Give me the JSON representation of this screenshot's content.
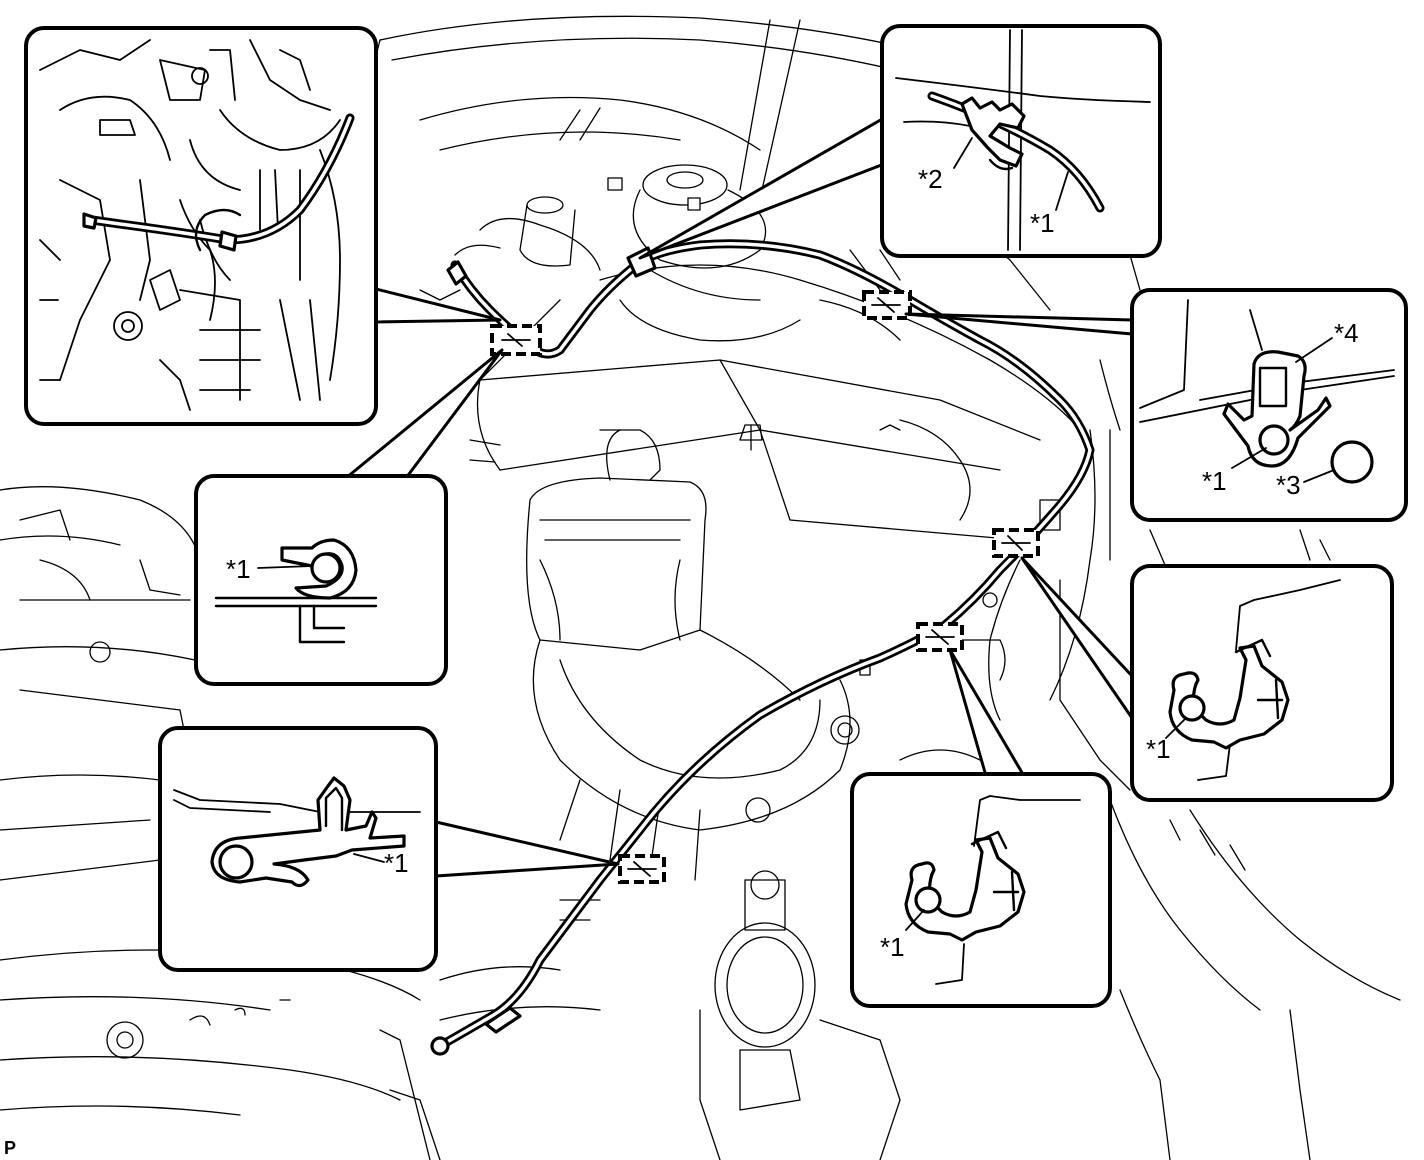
{
  "page_marker": "P",
  "callouts": {
    "top_left_detail": {},
    "top_center_detail": {
      "label_cable": "*1",
      "label_clip": "*2"
    },
    "right_upper_detail": {
      "label_cable": "*1",
      "label_hole": "*3",
      "label_clamp": "*4"
    },
    "left_mid_detail": {
      "label_cable": "*1"
    },
    "right_lower_detail": {
      "label_cable": "*1"
    },
    "bottom_center_detail": {
      "label_cable": "*1"
    },
    "bottom_left_detail": {
      "label_cable": "*1"
    }
  },
  "colors": {
    "line": "#000000",
    "background": "#ffffff"
  }
}
